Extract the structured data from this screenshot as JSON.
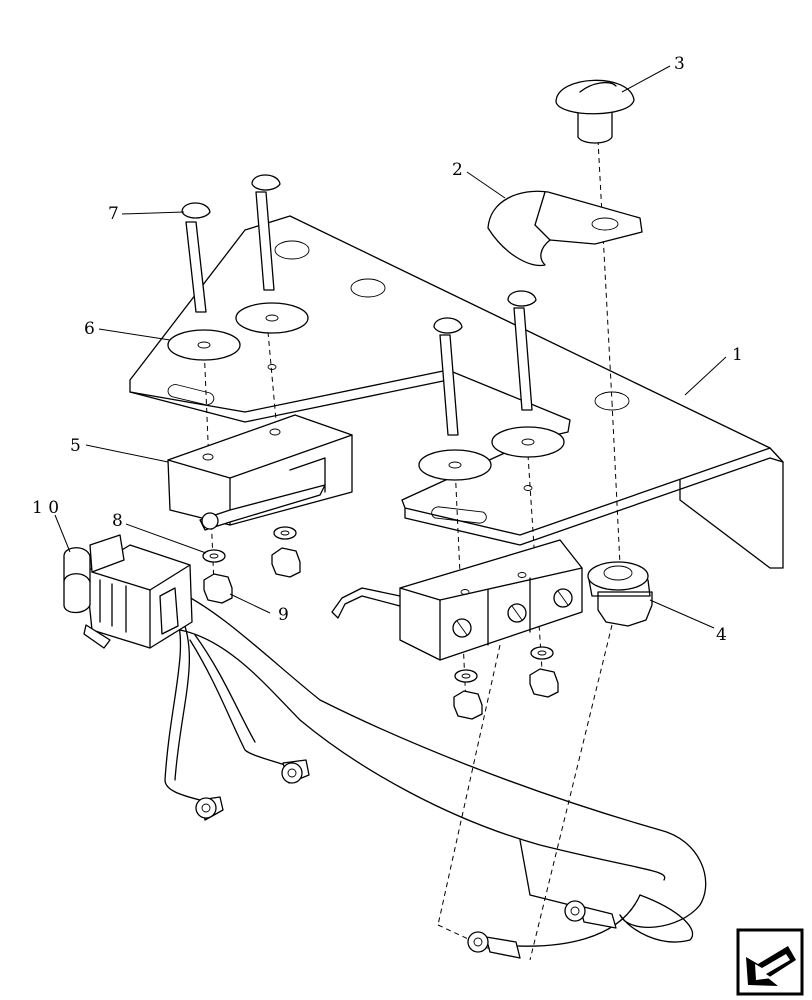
{
  "callouts": [
    {
      "id": "c1",
      "label": "1"
    },
    {
      "id": "c2",
      "label": "2"
    },
    {
      "id": "c3",
      "label": "3"
    },
    {
      "id": "c4",
      "label": "4"
    },
    {
      "id": "c5",
      "label": "5"
    },
    {
      "id": "c6",
      "label": "6"
    },
    {
      "id": "c7",
      "label": "7"
    },
    {
      "id": "c8",
      "label": "8"
    },
    {
      "id": "c9",
      "label": "9"
    },
    {
      "id": "c10",
      "label": "1 0"
    }
  ],
  "nav": {
    "icon": "arrow-down-left-icon"
  }
}
